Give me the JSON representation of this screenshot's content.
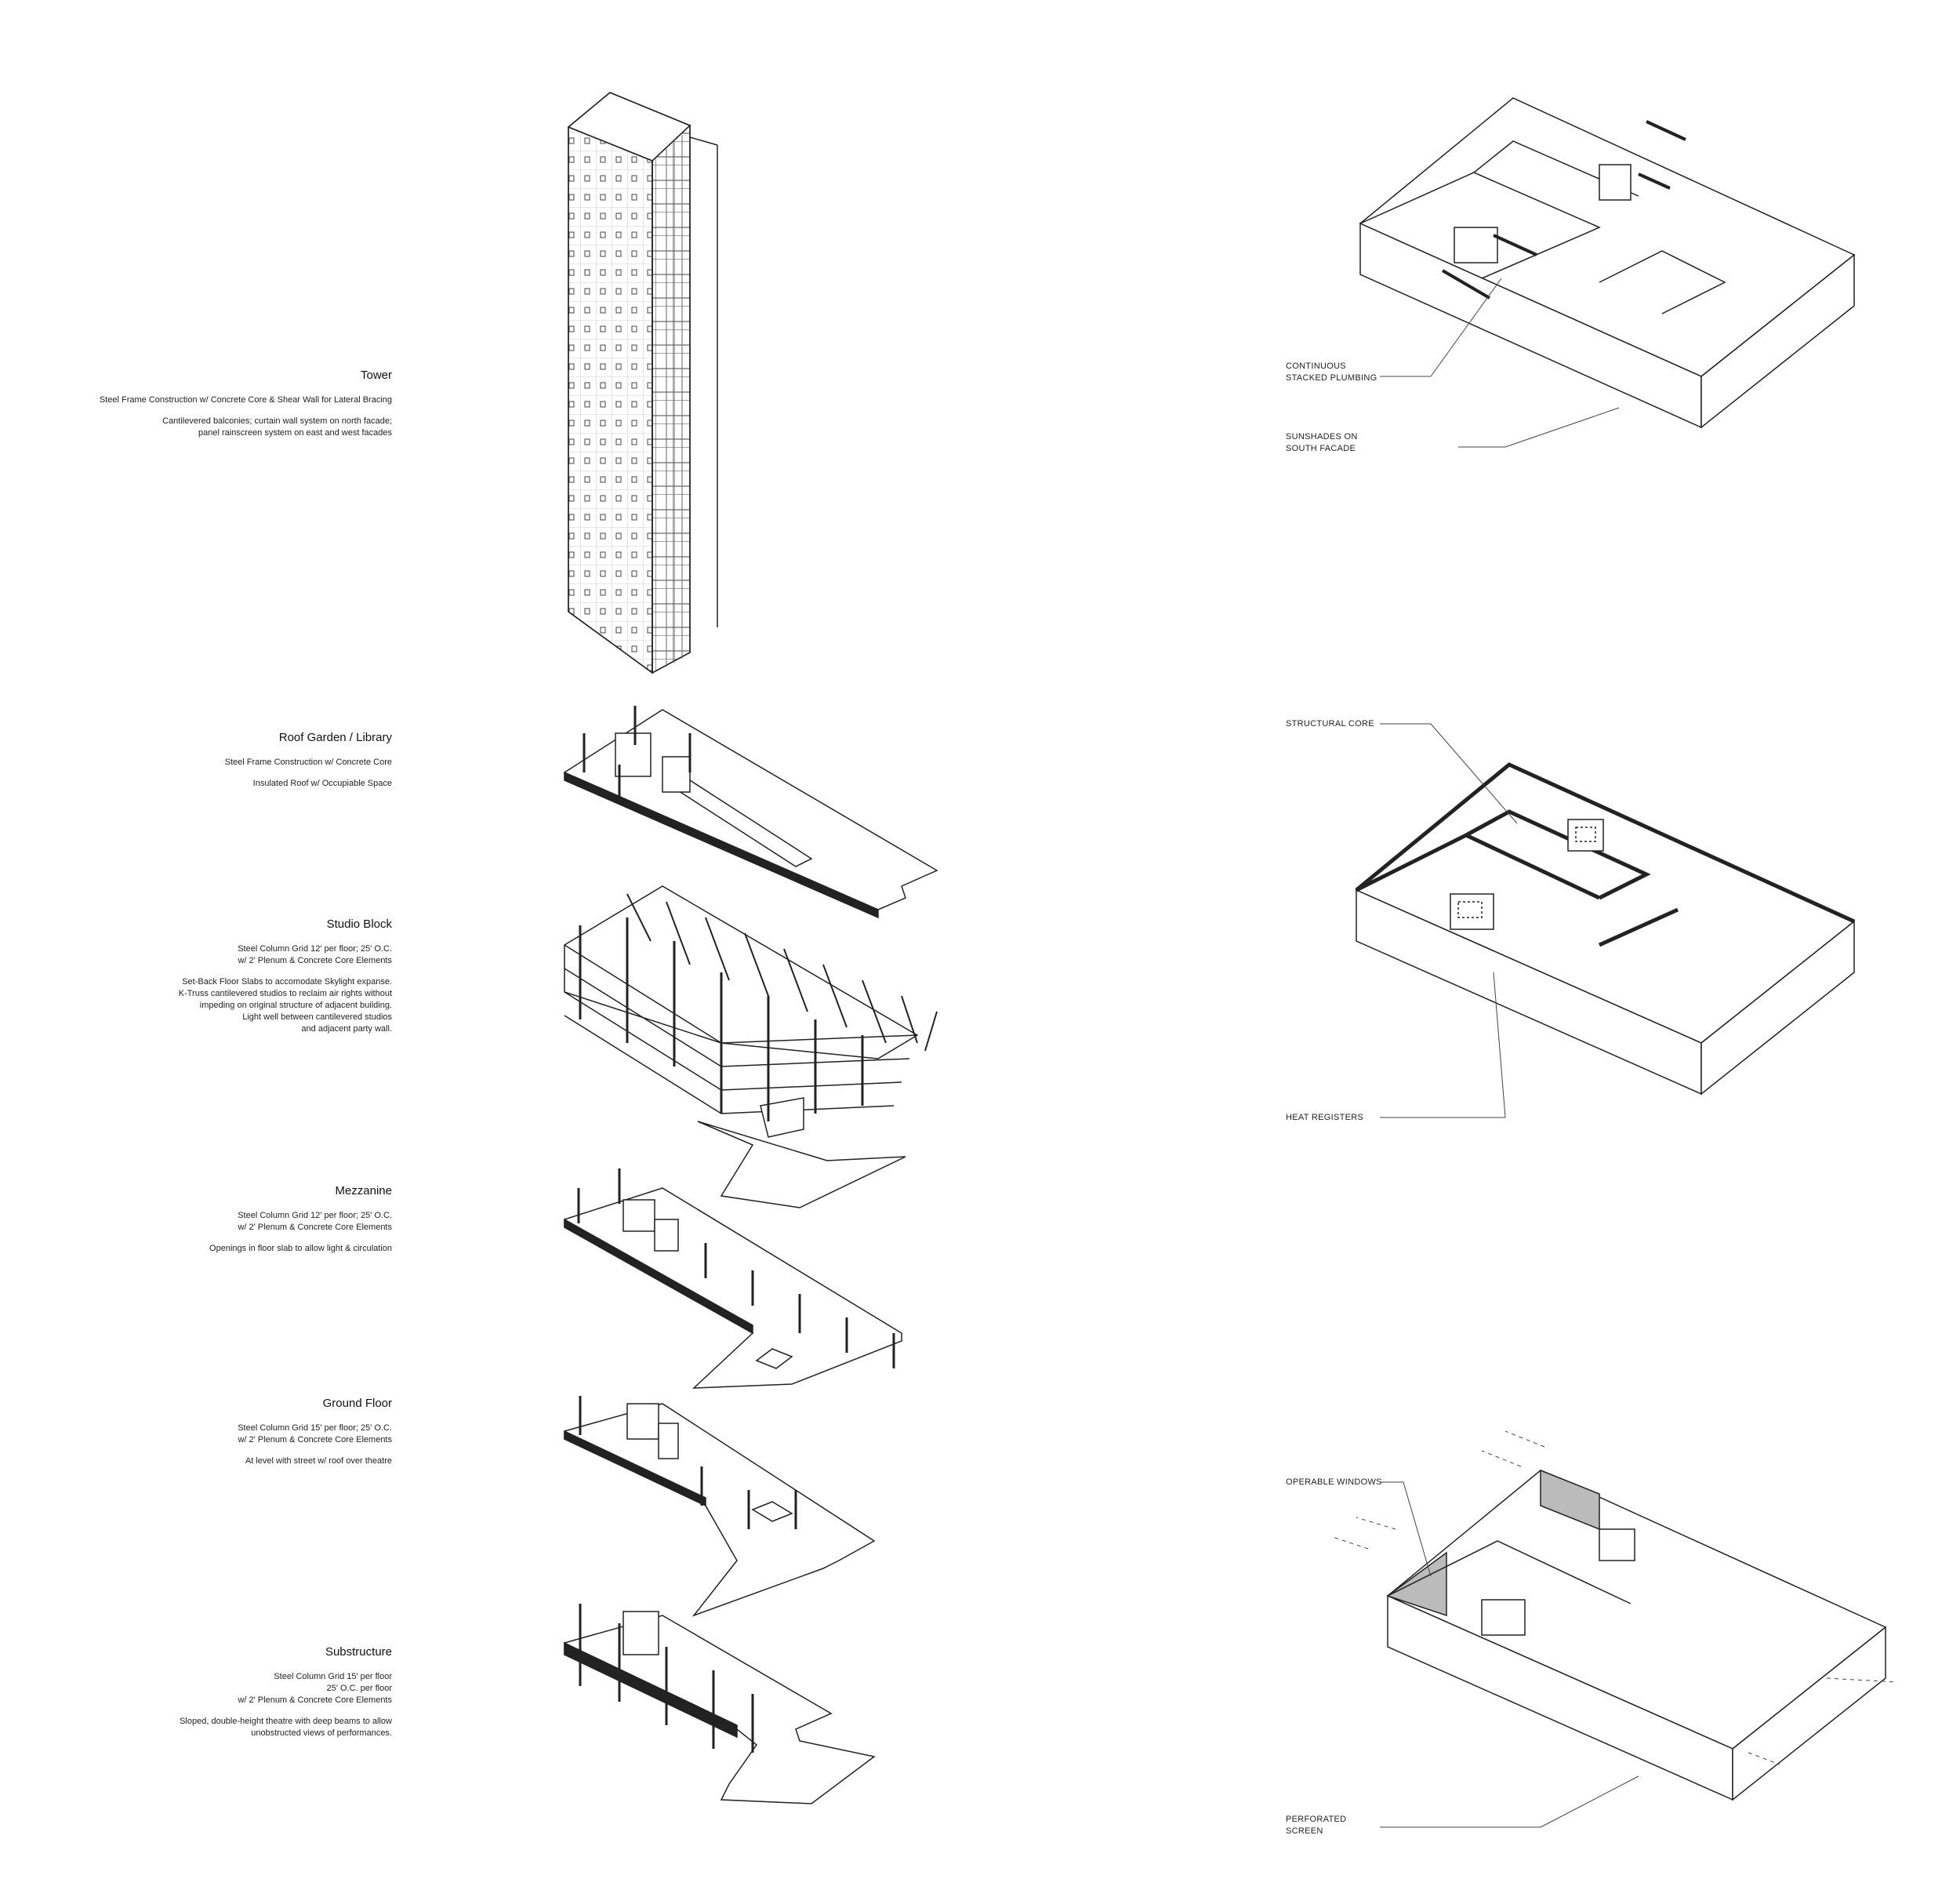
{
  "left_blocks": [
    {
      "title": "Tower",
      "lines": [
        "Steel Frame Construction w/ Concrete Core & Shear Wall for Lateral Bracing",
        "Cantilevered balconies; curtain wall system on north facade;\npanel rainscreen system on east and west facades"
      ]
    },
    {
      "title": "Roof Garden / Library",
      "lines": [
        "Steel Frame Construction w/ Concrete Core",
        "Insulated Roof w/ Occupiable Space"
      ]
    },
    {
      "title": "Studio Block",
      "lines": [
        "Steel Column Grid 12' per floor; 25' O.C.\nw/ 2' Plenum & Concrete Core Elements",
        "Set-Back Floor Slabs to accomodate Skylight expanse.\nK-Truss cantilevered studios to reclaim air rights without\nimpeding on original structure of adjacent building.\nLight well between cantilevered studios\nand adjacent party wall."
      ]
    },
    {
      "title": "Mezzanine",
      "lines": [
        "Steel Column Grid 12' per floor; 25' O.C.\nw/ 2' Plenum & Concrete Core Elements",
        "Openings in floor slab to allow light & circulation"
      ]
    },
    {
      "title": "Ground Floor",
      "lines": [
        "Steel Column Grid 15' per floor; 25' O.C.\nw/ 2' Plenum & Concrete Core Elements",
        "At level with street w/ roof over theatre"
      ]
    },
    {
      "title": "Substructure",
      "lines": [
        "Steel Column Grid 15' per floor\n25' O.C. per floor\nw/ 2' Plenum & Concrete Core Elements",
        "Sloped, double-height theatre with deep beams to allow\nunobstructed views of performances."
      ]
    }
  ],
  "right_labels": {
    "plumbing": "CONTINUOUS\nSTACKED PLUMBING",
    "sunshades": "SUNSHADES ON\nSOUTH FACADE",
    "core": "STRUCTURAL CORE",
    "heat": "HEAT REGISTERS",
    "windows": "OPERABLE WINDOWS",
    "screen": "PERFORATED\nSCREEN"
  }
}
